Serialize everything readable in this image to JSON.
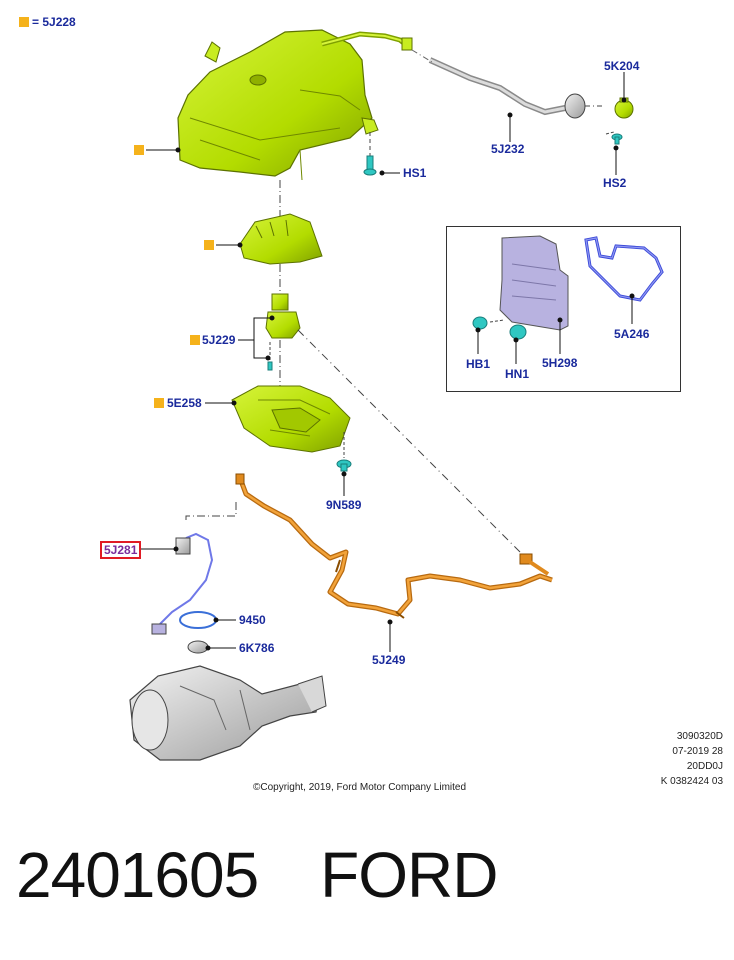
{
  "legend": {
    "symbol": "square-icon",
    "text": "= 5J228",
    "color": "#f5b21b"
  },
  "callouts": {
    "c5K204": "5K204",
    "c5J232": "5J232",
    "cHS1": "HS1",
    "cHS2": "HS2",
    "c5J229": "5J229",
    "c5E258": "5E258",
    "c9N589": "9N589",
    "c5J281": "5J281",
    "c9450": "9450",
    "c6K786": "6K786",
    "c5J249": "5J249",
    "cHB1": "HB1",
    "cHN1": "HN1",
    "c5H298": "5H298",
    "c5A246": "5A246"
  },
  "meta": {
    "line1": "3090320D",
    "line2": "07-2019 28",
    "line3": "20DD0J",
    "line4": "K 0382424 03"
  },
  "copyright": "©Copyright, 2019, Ford Motor Company Limited",
  "footer": {
    "part_number": "2401605",
    "brand": "FORD"
  },
  "colors": {
    "parts_green": "#b8e000",
    "harness_orange": "#e08a1e",
    "fastener_teal": "#2fc7c2",
    "bracket_blue": "#6f78e8",
    "module_lavender": "#b8b2e0",
    "label_blue": "#1a2a9c",
    "reference_square": "#f5b21b",
    "highlight_red": "#e01b24"
  }
}
